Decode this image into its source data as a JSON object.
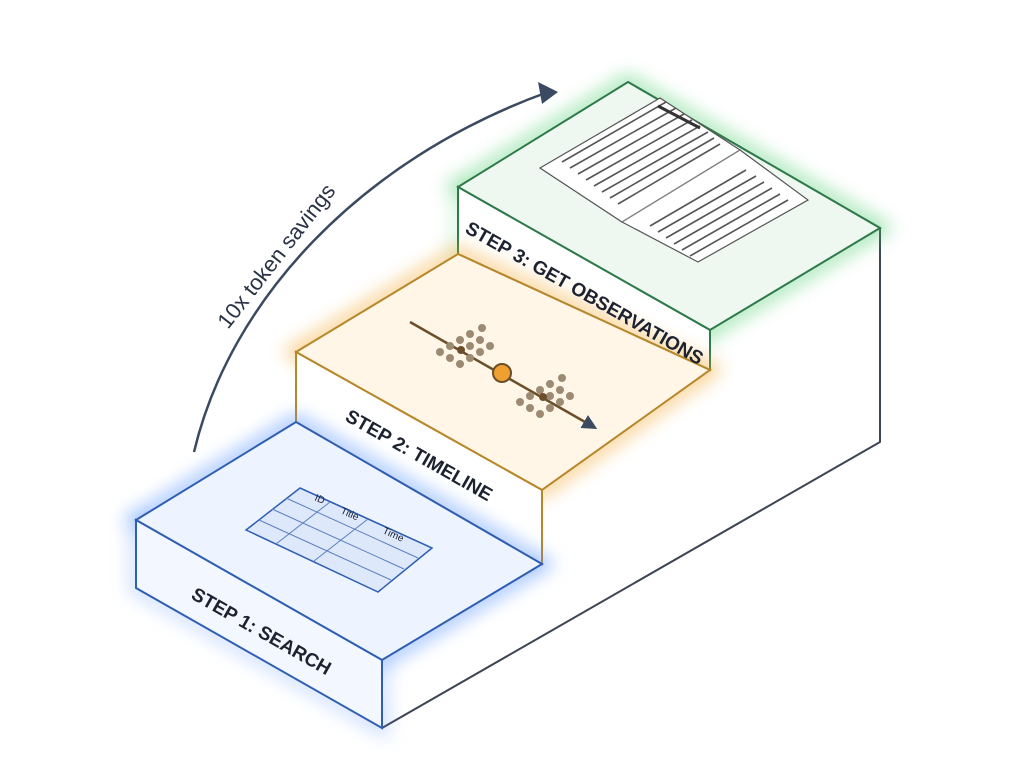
{
  "arrow": {
    "label": "10x token savings"
  },
  "steps": [
    {
      "label": "STEP 1: SEARCH",
      "color": "#2f5fb3",
      "glow": "#4d8cff"
    },
    {
      "label": "STEP 2: TIMELINE",
      "color": "#b8872a",
      "glow": "#f3a62a"
    },
    {
      "label": "STEP 3: GET OBSERVATIONS",
      "color": "#2f7a4a",
      "glow": "#4fcf6e"
    }
  ],
  "search_table": {
    "headers": [
      "ID",
      "Title",
      "Time"
    ]
  },
  "colors": {
    "outline": "#3d4452",
    "arrow": "#3a4a60",
    "timeline": "#6b4e2a",
    "dots": "#9c8a72",
    "marker": "#f0a030"
  }
}
